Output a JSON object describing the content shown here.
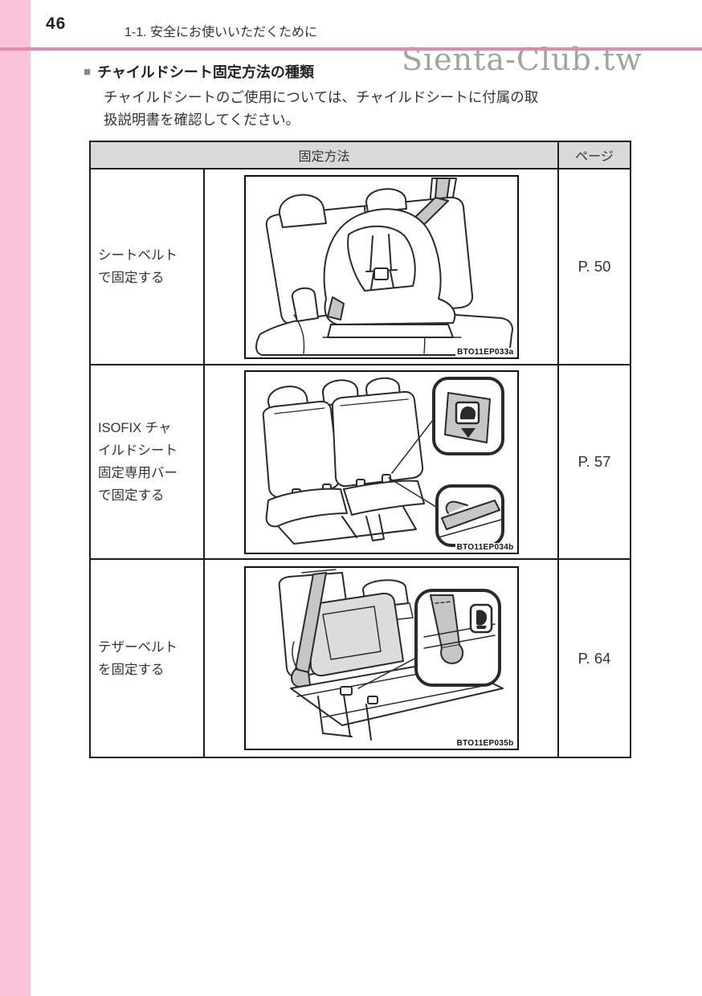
{
  "page": {
    "number": "46",
    "section_header": "1-1. 安全にお使いいただくために",
    "watermark": "Sienta-Club.tw"
  },
  "heading": {
    "bullet": "■",
    "title": "チャイルドシート固定方法の種類"
  },
  "intro": {
    "text": "チャイルドシートのご使用については、チャイルドシートに付属の取\n扱説明書を確認してください。"
  },
  "table": {
    "headers": {
      "method": "固定方法",
      "page": "ページ"
    },
    "rows": [
      {
        "label": "シートベルト\nで固定する",
        "figure_code": "BTO11EP033a",
        "figure_desc": "child-seat-secured-with-seat-belt",
        "page_ref": "P. 50"
      },
      {
        "label": "ISOFIX チャ\nイルドシート\n固定専用バー\nで固定する",
        "figure_code": "BTO11EP034b",
        "figure_desc": "rear-bench-with-isofix-anchor-bars",
        "page_ref": "P. 57"
      },
      {
        "label": "テザーベルト\nを固定する",
        "figure_code": "BTO11EP035b",
        "figure_desc": "top-tether-belt-anchored-behind-seat",
        "page_ref": "P. 64"
      }
    ]
  },
  "colors": {
    "accent_strip_pink": "#f8c3d8",
    "rule_pink": "#e687b2",
    "table_header_bg": "#d9d9d9",
    "table_border": "#1c1c1c",
    "watermark_gray": "#a2a2a2",
    "illustration_gray": "#c6c6c6"
  }
}
